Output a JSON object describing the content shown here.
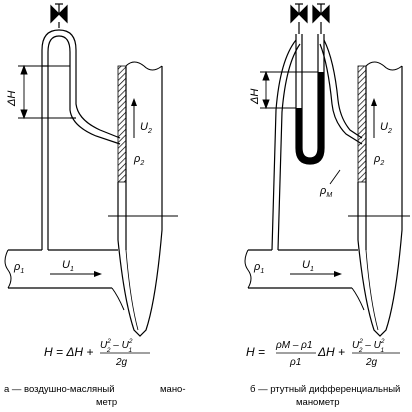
{
  "left_panel": {
    "dh_label": "ΔH",
    "u2_label": "U",
    "u2_sub": "2",
    "rho2_label": "ρ",
    "rho2_sub": "2",
    "rho1_label": "ρ",
    "rho1_sub": "1",
    "u1_label": "U",
    "u1_sub": "1",
    "formula": {
      "lhs": "H = ΔH +",
      "num_main": "U",
      "num_rest": " – U",
      "num_sub_a": "2",
      "num_sup_a": "2",
      "num_sub_b": "1",
      "num_sup_b": "2",
      "den": "2g"
    },
    "caption_line1": "а — воздушно-масляный",
    "caption_line1b": "мано-",
    "caption_line2": "метр"
  },
  "right_panel": {
    "dh_label": "ΔH",
    "u2_label": "U",
    "u2_sub": "2",
    "rho2_label": "ρ",
    "rho2_sub": "2",
    "rhom_label": "ρ",
    "rhom_sub": "M",
    "rho1_label": "ρ",
    "rho1_sub": "1",
    "u1_label": "U",
    "u1_sub": "1",
    "formula": {
      "lhs": "H =",
      "frac1_num": "ρM – ρ1",
      "frac1_den": "ρ1",
      "mid": "ΔH +",
      "num_main": "U",
      "num_rest": " – U",
      "num_sub_a": "2",
      "num_sup_a": "2",
      "num_sub_b": "1",
      "num_sup_b": "2",
      "den": "2g"
    },
    "caption_line1": "б — ртутный дифференциальный",
    "caption_line2": "манометр"
  }
}
